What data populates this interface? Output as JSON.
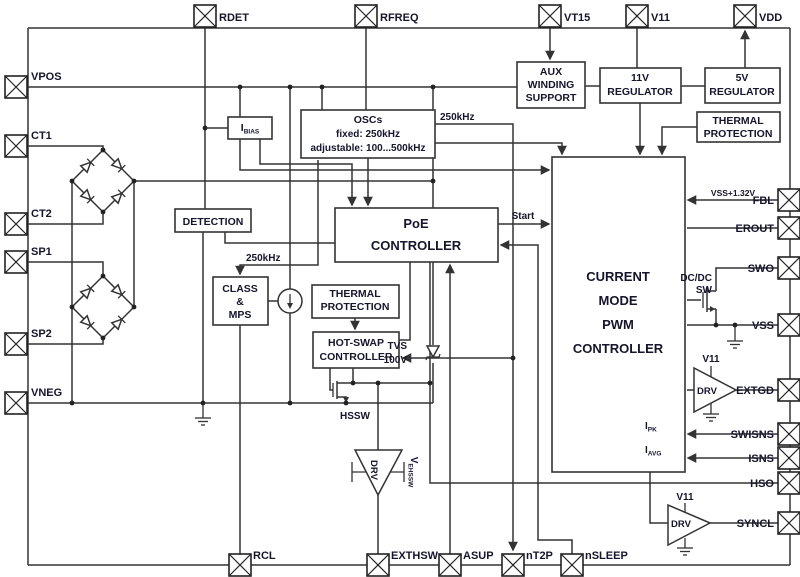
{
  "title": "PoE PD interface with current-mode PWM controller block diagram",
  "colors": {
    "line": "#333333",
    "text": "#15152c",
    "background": "#ffffff"
  },
  "pins": {
    "top": [
      {
        "label": "RDET"
      },
      {
        "label": "RFREQ"
      },
      {
        "label": "VT15"
      },
      {
        "label": "V11"
      },
      {
        "label": "VDD"
      }
    ],
    "left": [
      {
        "label": "VPOS"
      },
      {
        "label": "CT1"
      },
      {
        "label": "CT2"
      },
      {
        "label": "SP1"
      },
      {
        "label": "SP2"
      },
      {
        "label": "VNEG"
      }
    ],
    "right": [
      {
        "label": "FBL"
      },
      {
        "label": "EROUT"
      },
      {
        "label": "SWO"
      },
      {
        "label": "VSS"
      },
      {
        "label": "EXTGD"
      },
      {
        "label": "SWISNS"
      },
      {
        "label": "ISNS"
      },
      {
        "label": "HSO"
      },
      {
        "label": "SYNCL"
      }
    ],
    "bottom": [
      {
        "label": "RCL"
      },
      {
        "label": "EXTHSW"
      },
      {
        "label": "ASUP"
      },
      {
        "label": "nT2P"
      },
      {
        "label": "nSLEEP"
      }
    ]
  },
  "blocks": {
    "aux": {
      "lines": [
        "AUX",
        "WINDING",
        "SUPPORT"
      ]
    },
    "reg11": {
      "lines": [
        "11V",
        "REGULATOR"
      ]
    },
    "reg5": {
      "lines": [
        "5V",
        "REGULATOR"
      ]
    },
    "thermal_right": {
      "lines": [
        "THERMAL",
        "PROTECTION"
      ]
    },
    "thermal_mid": {
      "lines": [
        "THERMAL",
        "PROTECTION"
      ]
    },
    "osc": {
      "lines": [
        "OSCs",
        "fixed: 250kHz",
        "adjustable: 100...500kHz"
      ]
    },
    "detection": {
      "lines": [
        "DETECTION"
      ]
    },
    "poe": {
      "lines": [
        "PoE",
        "CONTROLLER"
      ]
    },
    "classmps": {
      "lines": [
        "CLASS",
        "&",
        "MPS"
      ]
    },
    "hotswap": {
      "lines": [
        "HOT-SWAP",
        "CONTROLLER"
      ]
    },
    "pwm": {
      "lines": [
        "CURRENT",
        "MODE",
        "PWM",
        "CONTROLLER"
      ]
    }
  },
  "annotations": {
    "osc_out": "250kHz",
    "class_in": "250kHz",
    "start": "Start",
    "fbl_level": "VSS+1.32V",
    "dcdc_line1": "DC/DC",
    "dcdc_line2": "SW",
    "hssw": "HSSW",
    "tvs_line1": "TVS",
    "tvs_line2": "100V",
    "v11_drv1": "V11",
    "v11_drv2": "V11",
    "drv": "DRV",
    "i_sym": "I",
    "bias_sub": "BIAS",
    "pk_sub": "PK",
    "avg_sub": "AVG",
    "v_sym": "V",
    "ehssw_sub": "EHSSW"
  }
}
